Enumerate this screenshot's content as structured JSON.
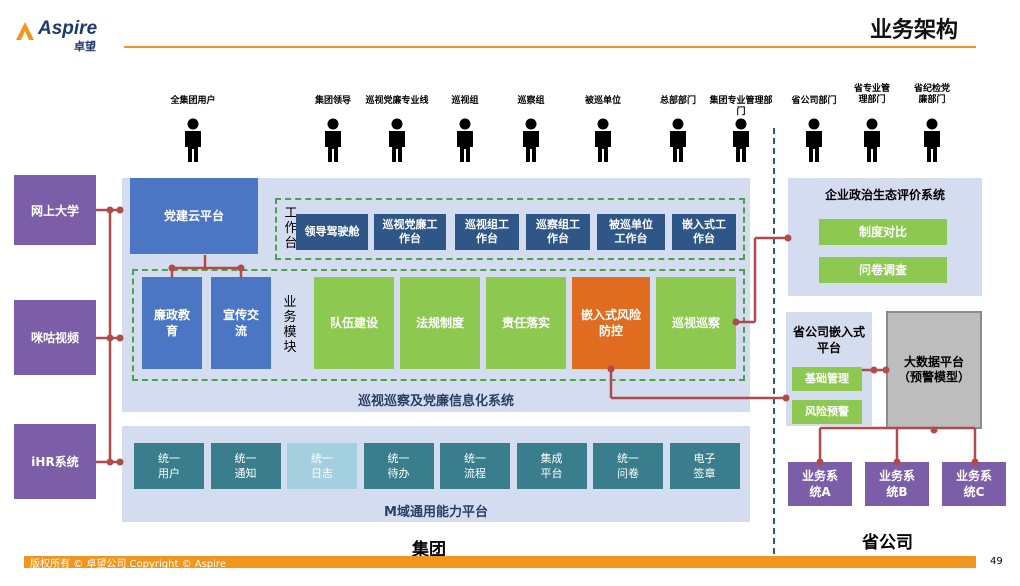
{
  "header": {
    "logo_text": "Aspire",
    "logo_cn": "卓望",
    "title": "业务架构",
    "accent": "#f0961e"
  },
  "users": [
    {
      "id": "u1",
      "label": "全集团用户"
    },
    {
      "id": "u2",
      "label": "集团领导"
    },
    {
      "id": "u3",
      "label": "巡视党廉专业线"
    },
    {
      "id": "u4",
      "label": "巡视组"
    },
    {
      "id": "u5",
      "label": "巡察组"
    },
    {
      "id": "u6",
      "label": "被巡单位"
    },
    {
      "id": "u7",
      "label": "总部部门"
    },
    {
      "id": "u8",
      "label": "集团专业管理部门"
    },
    {
      "id": "u9",
      "label": "省公司部门"
    },
    {
      "id": "u10",
      "label": "省专业管理部门"
    },
    {
      "id": "u11",
      "label": "省纪检党廉部门"
    }
  ],
  "left_nodes": [
    "网上大学",
    "咪咕视频",
    "iHR系统"
  ],
  "party_cloud": "党建云平台",
  "workbench": {
    "label": "工作台",
    "items": [
      "领导驾驶舱",
      "巡视党廉工作台",
      "巡视组工作台",
      "巡察组工作台",
      "被巡单位工作台",
      "嵌入式工作台"
    ]
  },
  "business_module": {
    "label": "业务模块",
    "blue_items": [
      "廉政教育",
      "宣传交流"
    ],
    "green_items": [
      "队伍建设",
      "法规制度",
      "责任落实"
    ],
    "orange_item": "嵌入式风险防控",
    "last_item": "巡视巡察"
  },
  "patrol_system_caption": "巡视巡察及党廉信息化系统",
  "m_platform": {
    "caption": "M域通用能力平台",
    "items": [
      {
        "label": "统一用户",
        "faded": false
      },
      {
        "label": "统一通知",
        "faded": false
      },
      {
        "label": "统一日志",
        "faded": true
      },
      {
        "label": "统一待办",
        "faded": false
      },
      {
        "label": "统一流程",
        "faded": false
      },
      {
        "label": "集成平台",
        "faded": false
      },
      {
        "label": "统一问卷",
        "faded": false
      },
      {
        "label": "电子签章",
        "faded": false
      }
    ]
  },
  "right": {
    "eval_system": {
      "title": "企业政治生态评价系统",
      "items": [
        "制度对比",
        "问卷调查"
      ]
    },
    "embedded_platform": {
      "title": "省公司嵌入式平台",
      "items": [
        "基础管理",
        "风险预警"
      ]
    },
    "big_data": "大数据平台（预警模型）",
    "business_systems": [
      "业务系统A",
      "业务系统B",
      "业务系统C"
    ]
  },
  "group_label": "集团",
  "province_label": "省公司",
  "footer": {
    "copyright": "版权所有 © 卓望公司 Copyright © Aspire",
    "page": "49"
  }
}
